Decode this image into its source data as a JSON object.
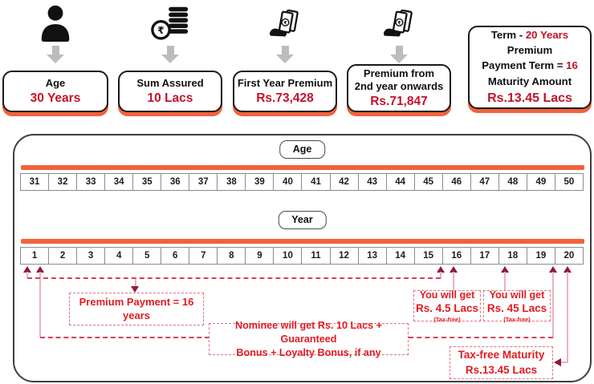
{
  "colors": {
    "orange": "#F2613B",
    "value_red": "#C3122B",
    "annotation_red": "#E01B23",
    "maroon": "#8E1B33",
    "pink_line": "#EBB3C1",
    "dash_red": "#D84055",
    "dash_border": "#E2707E"
  },
  "header": {
    "cards": [
      {
        "icon": "person-icon",
        "label": "Age",
        "value": "30 Years"
      },
      {
        "icon": "rupee-coin-stack-icon",
        "label": "Sum Assured",
        "value": "10 Lacs"
      },
      {
        "icon": "cash-in-hand-icon",
        "label": "First Year Premium",
        "value": "Rs.73,428"
      },
      {
        "icon": "cash-in-hand-icon",
        "label": "Premium from",
        "label2": "2nd year onwards",
        "value": "Rs.71,847"
      }
    ],
    "summary": {
      "term_label": "Term -",
      "term_value": "20 Years",
      "line2": "Premium",
      "ppt_label": "Payment Term =",
      "ppt_value": "16",
      "line4": "Maturity Amount",
      "maturity_value": "Rs.13.45 Lacs"
    }
  },
  "timeline": {
    "age_label": "Age",
    "ages": [
      "31",
      "32",
      "33",
      "34",
      "35",
      "36",
      "37",
      "38",
      "39",
      "40",
      "41",
      "42",
      "43",
      "44",
      "45",
      "46",
      "47",
      "48",
      "49",
      "50"
    ],
    "year_label": "Year",
    "years": [
      "1",
      "2",
      "3",
      "4",
      "5",
      "6",
      "7",
      "8",
      "9",
      "10",
      "11",
      "12",
      "13",
      "14",
      "15",
      "16",
      "17",
      "18",
      "19",
      "20"
    ],
    "annotations": {
      "premium_payment": "Premium Payment = 16 years",
      "nominee_line1": "Nominee will get Rs. 10 Lacs + Guaranteed",
      "nominee_line2": "Bonus + Loyalty Bonus, if any",
      "benefit_16": {
        "line1": "You will get",
        "line2": "Rs. 4.5 Lacs",
        "note": "(Tax-free)"
      },
      "benefit_18": {
        "line1": "You will get",
        "line2": "Rs. 45 Lacs",
        "note": "(Tax-free)"
      },
      "maturity_line1": "Tax-free Maturity",
      "maturity_line2": "Rs.13.45 Lacs"
    }
  }
}
